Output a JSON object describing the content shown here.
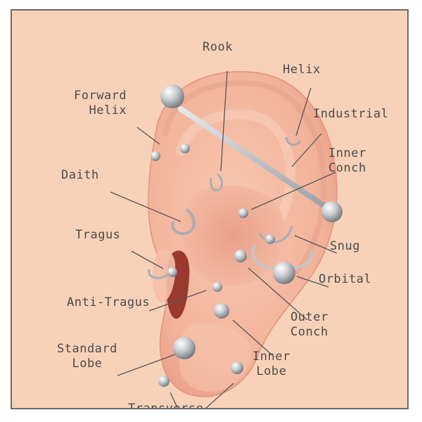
{
  "labels": {
    "rook": "Rook",
    "helix": "Helix",
    "forward_helix": [
      "Forward",
      "Helix"
    ],
    "industrial": "Industrial",
    "inner_conch": [
      "Inner",
      "Conch"
    ],
    "daith": "Daith",
    "tragus": "Tragus",
    "snug": "Snug",
    "orbital": "Orbital",
    "anti_tragus": "Anti-Tragus",
    "outer_conch": [
      "Outer",
      "Conch"
    ],
    "standard_lobe": [
      "Standard",
      "Lobe"
    ],
    "inner_lobe": [
      "Inner",
      "Lobe"
    ],
    "transverse": "Transverse"
  },
  "colors": {
    "background": "#f7d2b9",
    "skin": "#f2b49c",
    "skin_shadow": "#e08c78",
    "metal": "#b9bcc1",
    "label_text": "#4a4a4a"
  }
}
